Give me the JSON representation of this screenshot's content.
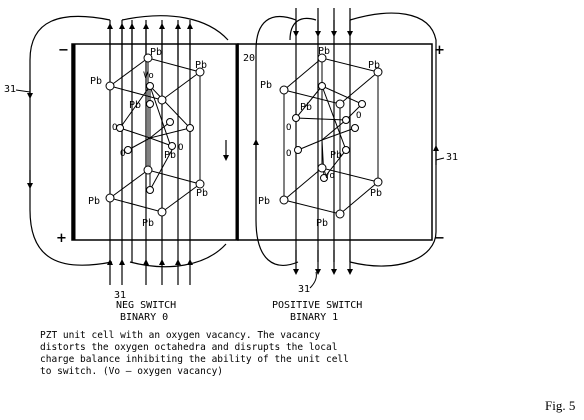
{
  "figure": {
    "fig_label": "Fig. 5",
    "signs": {
      "left_top": "−",
      "left_bottom": "+",
      "right_top": "+",
      "right_bottom": "−"
    },
    "refs": {
      "ref_31": "31",
      "ref_20": "20"
    },
    "atoms": {
      "pb": "Pb",
      "o": "O",
      "vo": "Vo"
    },
    "captions": {
      "neg_title": "NEG SWITCH",
      "neg_binary": "BINARY 0",
      "pos_title": "POSITIVE SWITCH",
      "pos_binary": "BINARY 1"
    },
    "description": [
      "PZT unit cell with an oxygen vacancy. The vacancy",
      "distorts the oxygen octahedra and disrupts the local",
      "charge balance inhibiting the ability of the unit cell",
      "to switch.  (Vo – oxygen vacancy)"
    ]
  }
}
